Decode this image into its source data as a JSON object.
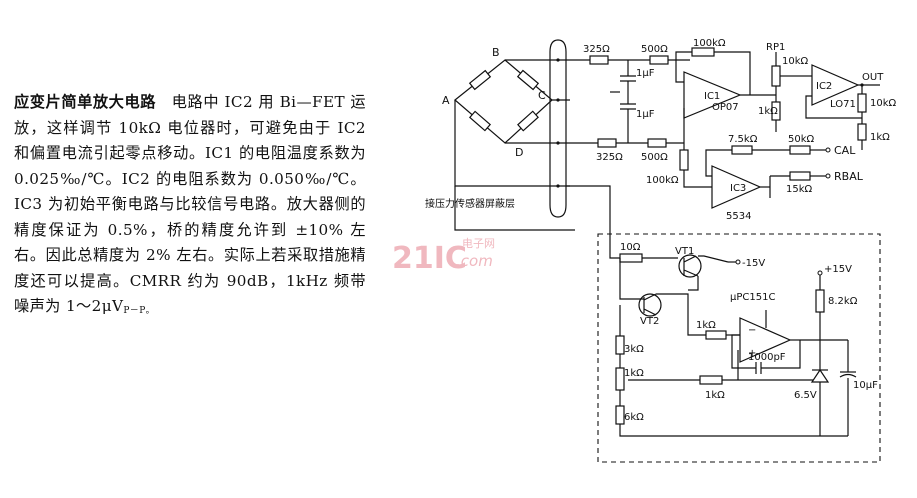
{
  "description": {
    "title": "应变片简单放大电路",
    "body": "　电路中 IC2 用 Bi—FET 运放，这样调节 10kΩ 电位器时，可避免由于 IC2 和偏置电流引起零点移动。IC1 的电阻温度系数为 0.025‰/℃。IC2 的电阻系数为 0.050‰/℃。IC3 为初始平衡电路与比较信号电路。放大器侧的精度保证为 0.5%，桥的精度允许到 ±10% 左右。因此总精度为 2% 左右。实际上若采取措施精度还可以提高。CMRR 约为 90dB，1kHz 频带噪声为 1～2μV",
    "noise_subscript": "P－P。"
  },
  "watermark": {
    "brand": "21IC",
    "cn": "电子网",
    "domain": ".com"
  },
  "bridge": {
    "node_a": "A",
    "node_b": "B",
    "node_c": "C",
    "node_d": "D"
  },
  "amplifier": {
    "r_in_top": "325Ω",
    "r_in_bottom": "325Ω",
    "r_top": "500Ω",
    "r_bottom": "500Ω",
    "c_top": "1μF",
    "c_bottom": "1μF",
    "r_feedback_ic1": "100kΩ",
    "r_ic3_out": "100kΩ",
    "ic1": "IC1",
    "ic1_part": "OP07",
    "pot_label": "RP1",
    "pot_value": "10kΩ",
    "r_pot_bottom": "1kΩ",
    "ic2": "IC2",
    "ic2_part": "LO71",
    "out_label": "OUT",
    "r_out_right": "10kΩ",
    "r_out_bottom": "1kΩ",
    "r_ic3_fb": "7.5kΩ",
    "r_cal": "50kΩ",
    "cal_label": "CAL",
    "r_rbal": "15kΩ",
    "rbal_label": "RBAL",
    "ic3": "IC3",
    "ic3_part": "5534",
    "shield_label": "接压力传感器屏蔽层"
  },
  "supply": {
    "r_base": "10Ω",
    "vt1": "VT1",
    "vt2": "VT2",
    "neg_rail": "-15V",
    "pos_rail": "+15V",
    "r_to_opamp": "1kΩ",
    "opamp": "μPC151C",
    "cap_fb": "1000pF",
    "r_3k": "3kΩ",
    "pot_1k": "1kΩ",
    "r_bottom_1k": "1kΩ",
    "r_6k": "6kΩ",
    "r_zener": "8.2kΩ",
    "zener": "6.5V",
    "cap_out": "10μF"
  }
}
